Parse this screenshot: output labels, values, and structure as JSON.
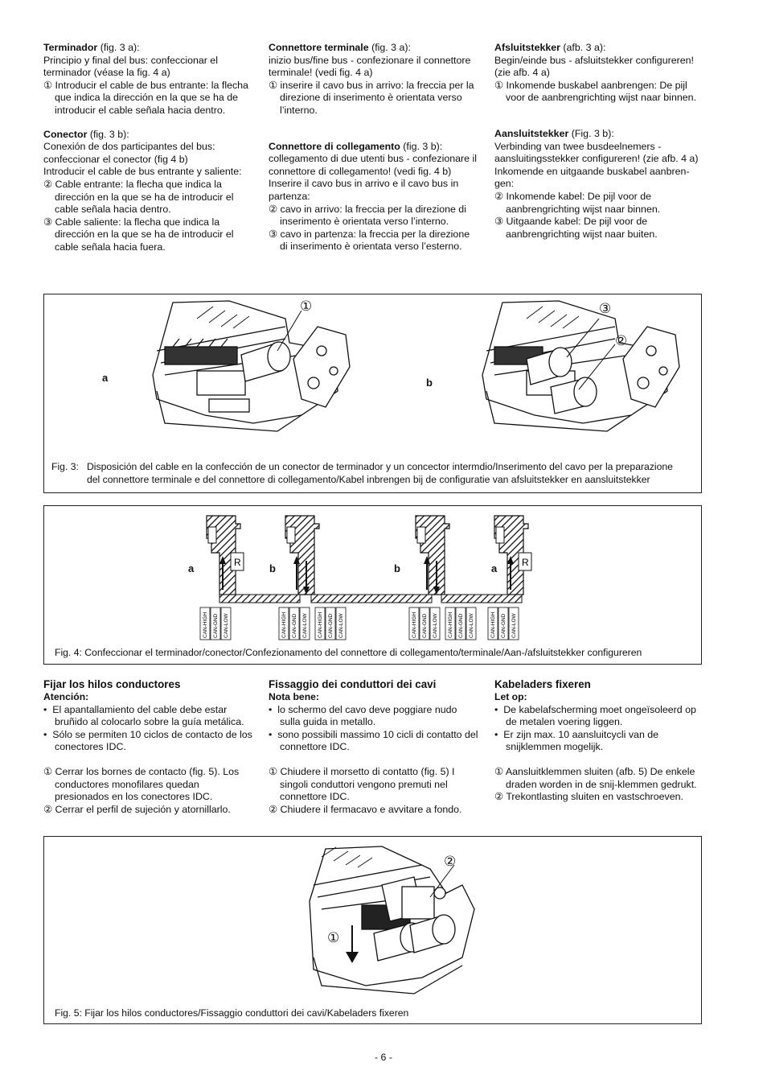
{
  "top_columns": [
    {
      "blocks": [
        {
          "title": "Terminador",
          "ref": " (fig. 3 a):",
          "lines": [
            "Principio y final del bus: confeccionar el terminador (véase la fig. 4 a)"
          ],
          "steps": [
            "① Introducir el cable de bus entrante: la flecha que indica la dirección en la que se ha de introducir el cable señala hacia dentro."
          ]
        },
        {
          "title": "Conector",
          "ref": " (fig. 3 b):",
          "lines": [
            "Conexión de dos participantes del bus: confeccionar el conector (fig 4 b)",
            "Introducir el cable de bus entrante y saliente:"
          ],
          "steps": [
            "② Cable entrante: la flecha que indica la dirección en la que se ha de introducir el cable señala hacia dentro.",
            "③ Cable saliente: la flecha que indica la dirección en la que se ha de introducir el cable señala hacia fuera."
          ]
        }
      ]
    },
    {
      "blocks": [
        {
          "title": "Connettore terminale",
          "ref": " (fig. 3 a):",
          "lines": [
            "inizio bus/fine bus - confezionare il connettore terminale! (vedi fig. 4 a)"
          ],
          "steps": [
            "① inserire il cavo bus in arrivo: la freccia per la direzione di inserimento è orientata verso l’interno."
          ]
        },
        {
          "title": "Connettore di collegamento",
          "ref": " (fig. 3 b):",
          "lines": [
            "collegamento di due utenti bus - confezionare il connettore di collegamento! (vedi fig. 4 b)",
            "Inserire il cavo bus in arrivo e il cavo bus in partenza:"
          ],
          "steps": [
            "② cavo in arrivo: la freccia per la direzione di inserimento è orientata verso l’interno.",
            "③ cavo in partenza: la freccia per la direzione di inserimento è orientata verso l’esterno."
          ]
        }
      ]
    },
    {
      "blocks": [
        {
          "title": "Afsluitstekker",
          "ref": " (afb. 3 a):",
          "lines": [
            "Begin/einde bus - afsluitstekker configureren! (zie afb. 4 a)"
          ],
          "steps": [
            "① Inkomende buskabel aanbrengen: De pijl voor de aanbrengrichting wijst naar binnen."
          ]
        },
        {
          "title": "Aansluitstekker",
          "ref": " (Fig. 3 b):",
          "lines": [
            "Verbinding van twee busdeelnemers - aansluitingsstekker configureren! (zie afb. 4 a)",
            "Inkomende en uitgaande buskabel aanbren-gen:"
          ],
          "steps": [
            "② Inkomende kabel: De pijl voor de aanbrengrichting wijst naar binnen.",
            "③ Uitgaande kabel: De pijl voor de aanbrengrichting wijst naar buiten."
          ]
        }
      ]
    }
  ],
  "fig3": {
    "label_a": "a",
    "label_b": "b",
    "callout_1": "①",
    "callout_2": "②",
    "callout_3": "③",
    "caption_num": "Fig. 3:",
    "caption_line1": "Disposición del cable en la confección de un conector de terminador y un concector intermdio/Inserimento del cavo per la preparazione",
    "caption_line2": "del connettore terminale e del connettore di collegamento/Kabel inbrengen bij de configuratie van afsluitstekker en aansluitstekker"
  },
  "fig4": {
    "labels": [
      "a",
      "b",
      "b",
      "a"
    ],
    "resistor_label": "R",
    "signals": [
      "CAN-HIGH",
      "CAN-GND",
      "CAN-LOW"
    ],
    "caption": "Fig. 4:  Confeccionar el terminador/conector/Confezionamento del connettore di collegamento/terminale/Aan-/afsluitstekker configureren"
  },
  "mid_columns": [
    {
      "title": "Fijar los hilos conductores",
      "note_title": "Atención:",
      "bullets": [
        "El apantallamiento del cable debe estar bruñido al colocarlo sobre la guía metálica.",
        "Sólo se permiten 10 ciclos de contacto de los conectores IDC."
      ],
      "steps": [
        "① Cerrar los bornes de contacto (fig. 5). Los conductores monofilares quedan presionados en los conectores IDC.",
        "② Cerrar el perfil de sujeción y atornillarlo."
      ]
    },
    {
      "title": "Fissaggio dei conduttori dei cavi",
      "note_title": "Nota bene:",
      "bullets": [
        "lo schermo del cavo deve poggiare nudo sulla guida in metallo.",
        "sono possibili massimo 10 cicli di contatto del connettore IDC."
      ],
      "steps": [
        "① Chiudere il morsetto di contatto (fig. 5) I singoli conduttori vengono premuti nel connettore IDC.",
        "② Chiudere il fermacavo e avvitare a fondo."
      ]
    },
    {
      "title": "Kabeladers fixeren",
      "note_title": "Let op:",
      "bullets": [
        "De kabelafscherming moet ongeïsoleerd op de metalen voering liggen.",
        "Er zijn max. 10 aansluitcycli van de snijklemmen mogelijk."
      ],
      "steps": [
        "① Aansluitklemmen sluiten (afb. 5) De enkele draden worden in de snij-klemmen gedrukt.",
        "② Trekontlasting sluiten en vastschroeven."
      ]
    }
  ],
  "fig5": {
    "callout_1": "①",
    "callout_2": "②",
    "caption": "Fig. 5:  Fijar los hilos conductores/Fissaggio conduttori dei cavi/Kabeladers fixeren"
  },
  "page_number": "- 6 -"
}
